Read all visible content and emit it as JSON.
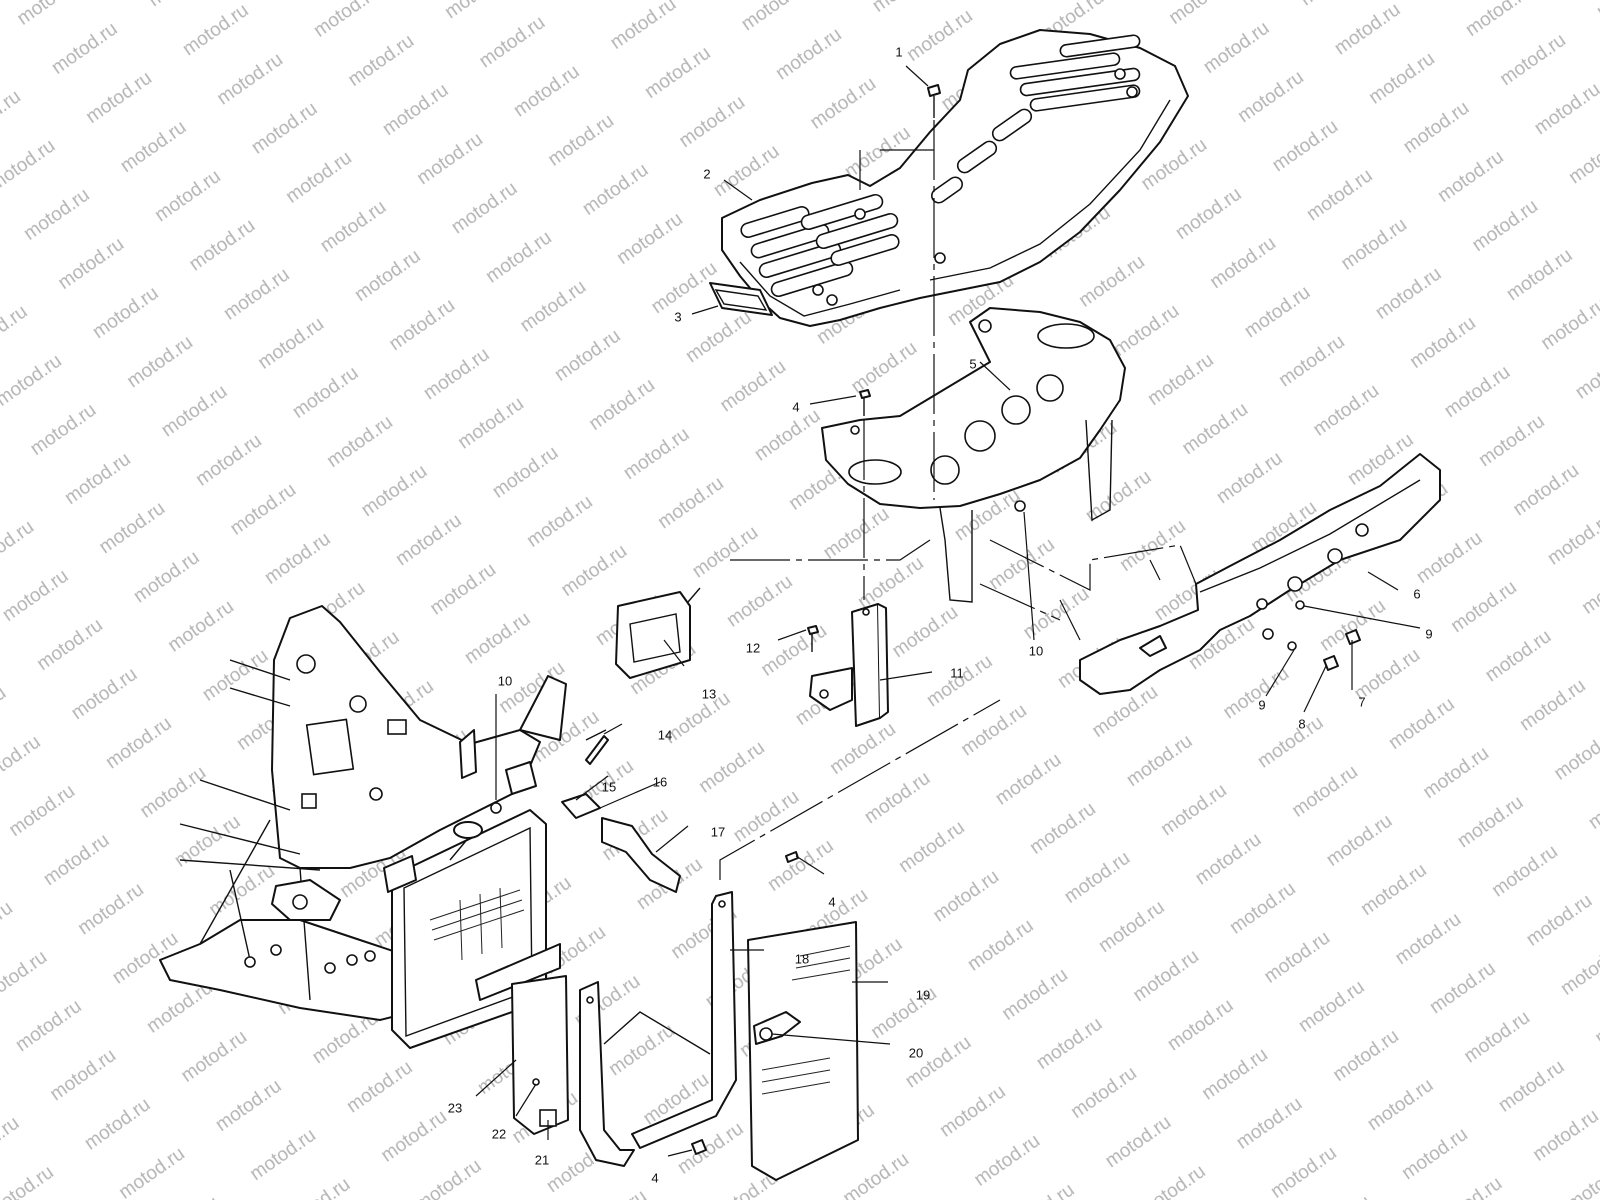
{
  "watermark": {
    "text": "motod.ru",
    "color": "#b5b5b5"
  },
  "callouts": [
    {
      "id": "c1",
      "text": "1"
    },
    {
      "id": "c2",
      "text": "2"
    },
    {
      "id": "c3",
      "text": "3"
    },
    {
      "id": "c4a",
      "text": "4"
    },
    {
      "id": "c5",
      "text": "5"
    },
    {
      "id": "c6",
      "text": "6"
    },
    {
      "id": "c9a",
      "text": "9"
    },
    {
      "id": "c10a",
      "text": "10"
    },
    {
      "id": "c9b",
      "text": "9"
    },
    {
      "id": "c7",
      "text": "7"
    },
    {
      "id": "c8",
      "text": "8"
    },
    {
      "id": "c11",
      "text": "11"
    },
    {
      "id": "c12",
      "text": "12"
    },
    {
      "id": "c13",
      "text": "13"
    },
    {
      "id": "c10b",
      "text": "10"
    },
    {
      "id": "c14",
      "text": "14"
    },
    {
      "id": "c15",
      "text": "15"
    },
    {
      "id": "c16",
      "text": "16"
    },
    {
      "id": "c17",
      "text": "17"
    },
    {
      "id": "c4b",
      "text": "4"
    },
    {
      "id": "c18",
      "text": "18"
    },
    {
      "id": "c19",
      "text": "19"
    },
    {
      "id": "c20",
      "text": "20"
    },
    {
      "id": "c23",
      "text": "23"
    },
    {
      "id": "c22",
      "text": "22"
    },
    {
      "id": "c21",
      "text": "21"
    },
    {
      "id": "c4c",
      "text": "4"
    }
  ]
}
